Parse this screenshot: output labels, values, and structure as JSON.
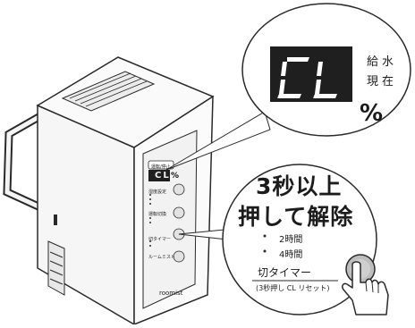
{
  "zoom_callout": {
    "display_text": "CL",
    "water_label": "給水",
    "current_label": "現在",
    "percent_sign": "%"
  },
  "instruction_callout": {
    "headline_line1": "3秒以上",
    "headline_line2": "押して解除",
    "option_2h": "2時間",
    "option_4h": "4時間",
    "timer_label": "切タイマー",
    "timer_hint": "(3秒押し CL リセット)"
  },
  "control_panel": {
    "display_text": "CL",
    "percent_sign": "%",
    "operation_label": "運転/停止",
    "humidity_label": "湿度設定",
    "mode_label": "運転切換",
    "timer_label": "切タイマー",
    "roommist_label": "ルームミスト",
    "brand": "roomist"
  },
  "colors": {
    "display_bg": "#1f1f1f",
    "segment": "#ffffff",
    "outline": "#2a2a2a",
    "body_fill": "#f4f4f4"
  }
}
